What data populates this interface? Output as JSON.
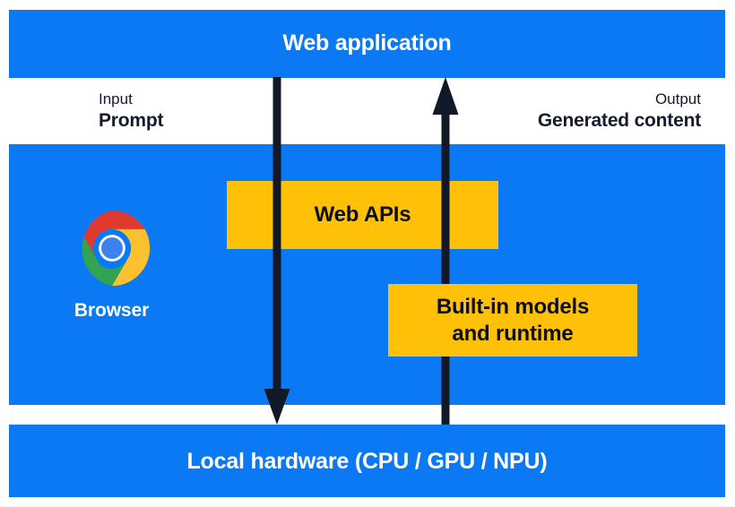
{
  "diagram": {
    "type": "architecture-flow",
    "colors": {
      "band_blue": "#0b79f4",
      "box_yellow": "#ffc107",
      "arrow_navy": "#111827",
      "band_text": "#ffffff",
      "label_text": "#151b2d",
      "box_text": "#0d0f16"
    },
    "bands": [
      {
        "id": "web-application",
        "label": "Web application"
      },
      {
        "id": "browser",
        "label": "Browser"
      },
      {
        "id": "local-hardware",
        "label": "Local hardware (CPU / GPU / NPU)"
      }
    ],
    "flows": [
      {
        "id": "input",
        "caption": "Input",
        "value": "Prompt",
        "direction": "down",
        "arrow_name": "arrow-down"
      },
      {
        "id": "output",
        "caption": "Output",
        "value": "Generated content",
        "direction": "up",
        "arrow_name": "arrow-up"
      }
    ],
    "boxes": [
      {
        "id": "web-apis",
        "label": "Web APIs"
      },
      {
        "id": "built-in-models",
        "line1": "Built-in models",
        "line2": "and runtime"
      }
    ],
    "icons": [
      {
        "id": "chrome-icon",
        "name": "chrome-browser-logo",
        "label": "Browser"
      }
    ]
  }
}
